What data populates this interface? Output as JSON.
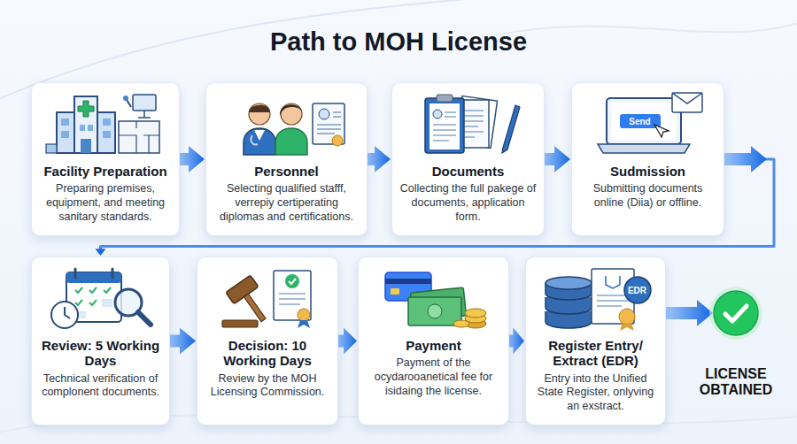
{
  "diagram": {
    "title": "Path to MOH License",
    "nodes": [
      {
        "text": [
          "Facility Preparation",
          "Preparing premises, equipment, and meeting sanitary standards."
        ]
      },
      {
        "text": [
          "Personnel",
          "Selecting qualified stafff, verrepiy certiperating diplomas and certifications."
        ]
      },
      {
        "text": [
          "Documents",
          "Collecting the full pakege of documents, application form."
        ]
      },
      {
        "text": [
          "Sudmission",
          "Submitting documents online (Diia) or offline."
        ]
      },
      {
        "text": [
          "Review: 5 Working Days",
          "Technical verification of complonent documents."
        ]
      },
      {
        "text": [
          "Decision: 10 Working Days",
          "Review by the MOH Licensing Commission."
        ]
      },
      {
        "text": [
          "Payment",
          "Payment of the ocydarooanetical fee for isidaing the license."
        ]
      },
      {
        "text": [
          "Register Entry/ Extract (EDR)",
          "Entry into the Unified State Register, onlyving an exstract."
        ]
      },
      {
        "text": [
          "LICENSE OBTAINED"
        ]
      }
    ],
    "edges": [
      {
        "from": 0,
        "to": 1,
        "arrow": "to"
      },
      {
        "from": 1,
        "to": 2,
        "arrow": "to"
      },
      {
        "from": 2,
        "to": 3,
        "arrow": "to"
      },
      {
        "from": 3,
        "to": 4,
        "arrow": "to"
      },
      {
        "from": 4,
        "to": 5,
        "arrow": "to"
      },
      {
        "from": 5,
        "to": 6,
        "arrow": "to"
      },
      {
        "from": 6,
        "to": 7,
        "arrow": "to"
      },
      {
        "from": 7,
        "to": 8,
        "arrow": "to"
      }
    ],
    "labels": [
      "Send",
      "EDR"
    ]
  }
}
